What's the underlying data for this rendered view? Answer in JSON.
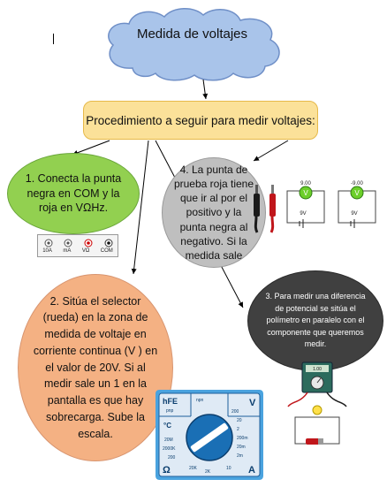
{
  "title": "Medida de voltajes",
  "procedure": "Procedimiento a seguir para medir voltajes:",
  "steps": {
    "s1": "1.    Conecta la punta negra en COM y la roja en VΩHz.",
    "s2": "2.    Sitúa el selector (rueda) en la zona de medida de voltaje en corriente continua (V ) en el valor de 20V. Si al medir sale un 1 en la pantalla es que hay sobrecarga. Sube la escala.",
    "s3": "3.    Para medir una diferencia de potencial se sitúa el polímetro en paralelo con el componente que queremos medir.",
    "s4": "4.    La punta de prueba roja tiene que ir al por el positivo y la punta negra al negativo. Si la medida sale"
  },
  "terminals": [
    "10A",
    "mA",
    "VΩ",
    "COM"
  ],
  "circuit": {
    "left_reading": "9.00",
    "right_reading": "-9.00",
    "left_source": "9V",
    "right_source": "9V"
  },
  "selector": {
    "hfe": "hFE",
    "pnp": "pnp",
    "npn": "npn",
    "celsius": "°C",
    "v_label": "V",
    "ohm": "Ω",
    "a_label": "A",
    "r1": "200",
    "r2": "20",
    "r3": "2",
    "r4": "200m",
    "r5": "20m",
    "r6": "2m",
    "r7": "20M",
    "r8": "2000K",
    "r9": "200",
    "r10": "20K",
    "r11": "2K",
    "r12": "10"
  },
  "multimeter_display": "1.00",
  "colors": {
    "cloud": "#a9c4ea",
    "cloud_border": "#6f8fc7",
    "procedure_fill": "#fbe199",
    "step1": "#92d050",
    "step2": "#f4b183",
    "step3": "#404040",
    "step4": "#bfbfbf",
    "selector_panel": "#4aa3df"
  }
}
